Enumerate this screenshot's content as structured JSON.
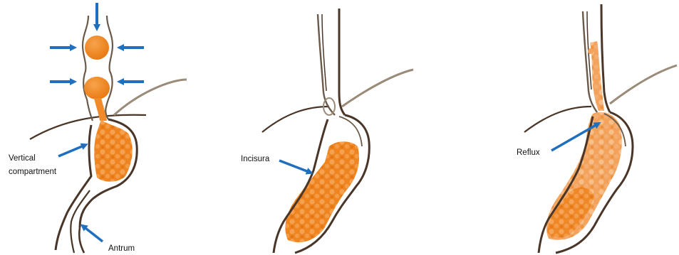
{
  "labels": {
    "vertical_compartment_line1": "Vertical",
    "vertical_compartment_line2": "compartment",
    "antrum": "Antrum",
    "incisura": "Incisura",
    "reflux": "Reflux"
  },
  "colors": {
    "arrow": "#1F6FBF",
    "wall": "#5a3f2a",
    "wall_light": "#8c7a68",
    "contrast": "#F0821E",
    "contrast_light": "#F6B06A"
  }
}
